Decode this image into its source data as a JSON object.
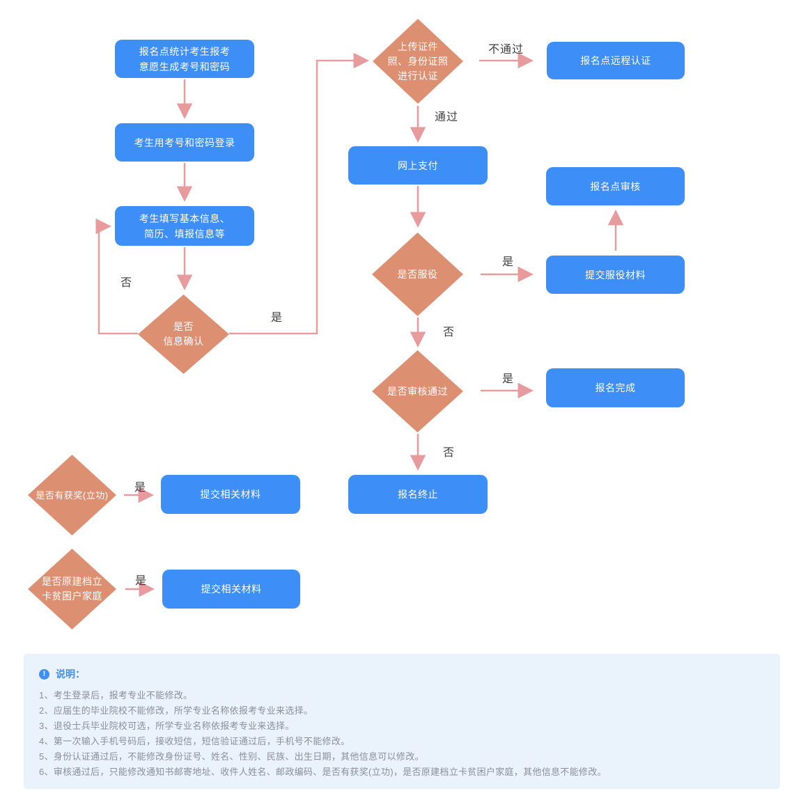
{
  "colors": {
    "box_blue": "#3E8EF7",
    "diamond_salmon": "#DD8F72",
    "arrow_pink": "#E89B9D",
    "note_panel_bg": "#EAF2FC",
    "note_text": "#8A9099"
  },
  "flowchart": {
    "boxes": {
      "generate": {
        "lines": [
          "报名点统计考生报考",
          "意愿生成考号和密码"
        ]
      },
      "login": {
        "lines": [
          "考生用考号和密码登录"
        ]
      },
      "fill_info": {
        "lines": [
          "考生填写基本信息、",
          "简历、填报信息等"
        ]
      },
      "remote_auth": {
        "lines": [
          "报名点远程认证"
        ]
      },
      "online_payment": {
        "lines": [
          "网上支付"
        ]
      },
      "site_review": {
        "lines": [
          "报名点审核"
        ]
      },
      "submit_service": {
        "lines": [
          "提交服役材料"
        ]
      },
      "complete": {
        "lines": [
          "报名完成"
        ]
      },
      "terminate": {
        "lines": [
          "报名终止"
        ]
      },
      "submit_award": {
        "lines": [
          "提交相关材料"
        ]
      },
      "submit_poverty": {
        "lines": [
          "提交相关材料"
        ]
      }
    },
    "diamonds": {
      "upload_auth": {
        "lines": [
          "上传证件",
          "照、身份证照",
          "进行认证"
        ]
      },
      "info_confirm": {
        "lines": [
          "是否",
          "信息确认"
        ]
      },
      "is_served": {
        "lines": [
          "是否服役"
        ]
      },
      "review_passed": {
        "lines": [
          "是否审核通过"
        ]
      },
      "has_award": {
        "lines": [
          "是否有获奖(立功)"
        ]
      },
      "poverty_family": {
        "lines": [
          "是否原建档立",
          "卡贫困户家庭"
        ]
      }
    },
    "edge_labels": {
      "yes": "是",
      "no": "否",
      "pass": "通过",
      "not_pass": "不通过"
    }
  },
  "notes": {
    "title": "说明：",
    "info_icon": "!",
    "items": [
      "1、考生登录后，报考专业不能修改。",
      "2、应届生的毕业院校不能修改，所学专业名称依报考专业来选择。",
      "3、退役士兵毕业院校可选，所学专业名称依报考专业来选择。",
      "4、第一次输入手机号码后，接收短信，短信验证通过后，手机号不能修改。",
      "5、身份认证通过后，不能修改身份证号、姓名、性别、民族、出生日期，其他信息可以修改。",
      "6、审核通过后，只能修改通知书邮寄地址、收件人姓名、邮政编码、是否有获奖(立功)，是否原建档立卡贫困户家庭，其他信息不能修改。"
    ]
  }
}
